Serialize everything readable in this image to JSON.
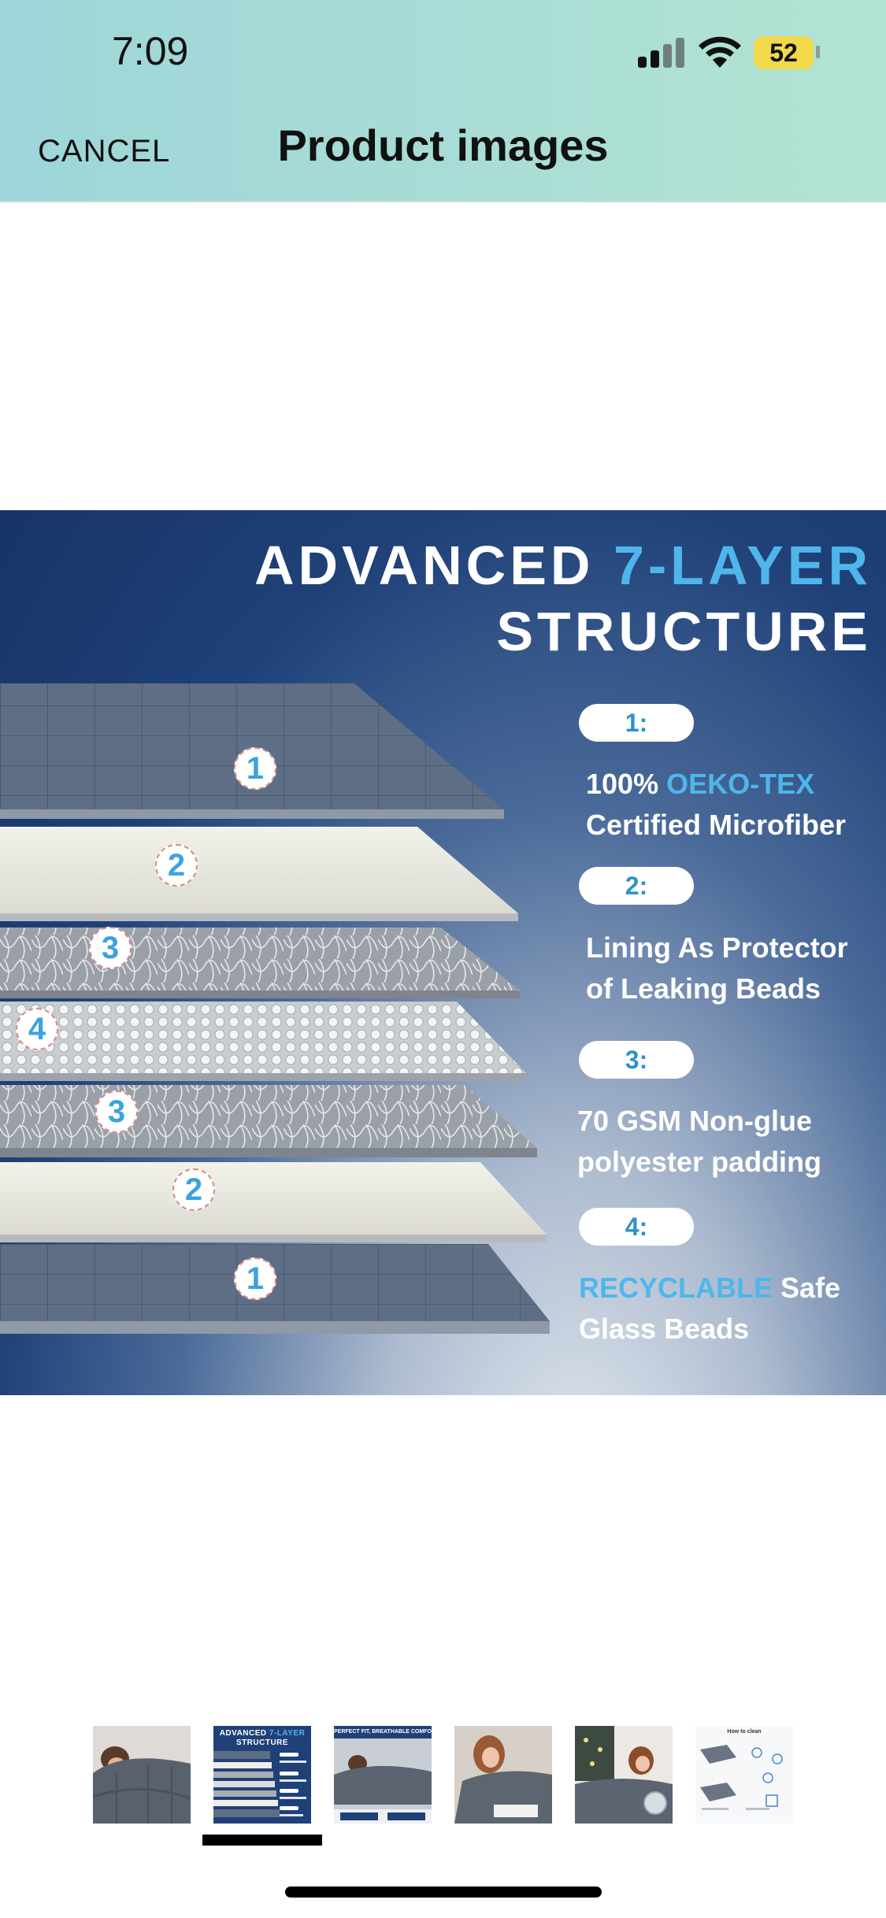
{
  "status_bar": {
    "time": "7:09",
    "battery": "52"
  },
  "header": {
    "cancel_label": "CANCEL",
    "title": "Product images"
  },
  "main_image": {
    "headline_line1_a": "ADVANCED",
    "headline_line1_b": "7-LAYER",
    "headline_line2": "STRUCTURE",
    "layer_numbers": [
      "1",
      "2",
      "3",
      "4",
      "3",
      "2",
      "1"
    ],
    "specs": [
      {
        "label": "1:",
        "pre": "100%",
        "highlight": "OEKO-TEX",
        "post": "",
        "line2": "Certified Microfiber"
      },
      {
        "label": "2:",
        "pre": "Lining As Protector",
        "highlight": "",
        "post": "",
        "line2": "of Leaking Beads"
      },
      {
        "label": "3:",
        "pre": "70 GSM Non-glue",
        "highlight": "",
        "post": "",
        "line2": "polyester padding"
      },
      {
        "label": "4:",
        "pre": "",
        "highlight": "RECYCLABLE",
        "post": "Safe",
        "line2": "Glass Beads"
      }
    ]
  },
  "thumbnails": {
    "selected_index": 1,
    "thumb2_title_a": "ADVANCED",
    "thumb2_title_b": "7-LAYER",
    "thumb2_title_c": "STRUCTURE",
    "thumb3_title": "PERFECT FIT, BREATHABLE COMFORT",
    "thumb6_title": "How to clean"
  },
  "colors": {
    "header_gradient_start": "#9dd6d9",
    "header_gradient_end": "#b3e4d2",
    "image_navy": "#173467",
    "accent_blue": "#4fb6ec",
    "battery_yellow": "#f2d94a"
  }
}
